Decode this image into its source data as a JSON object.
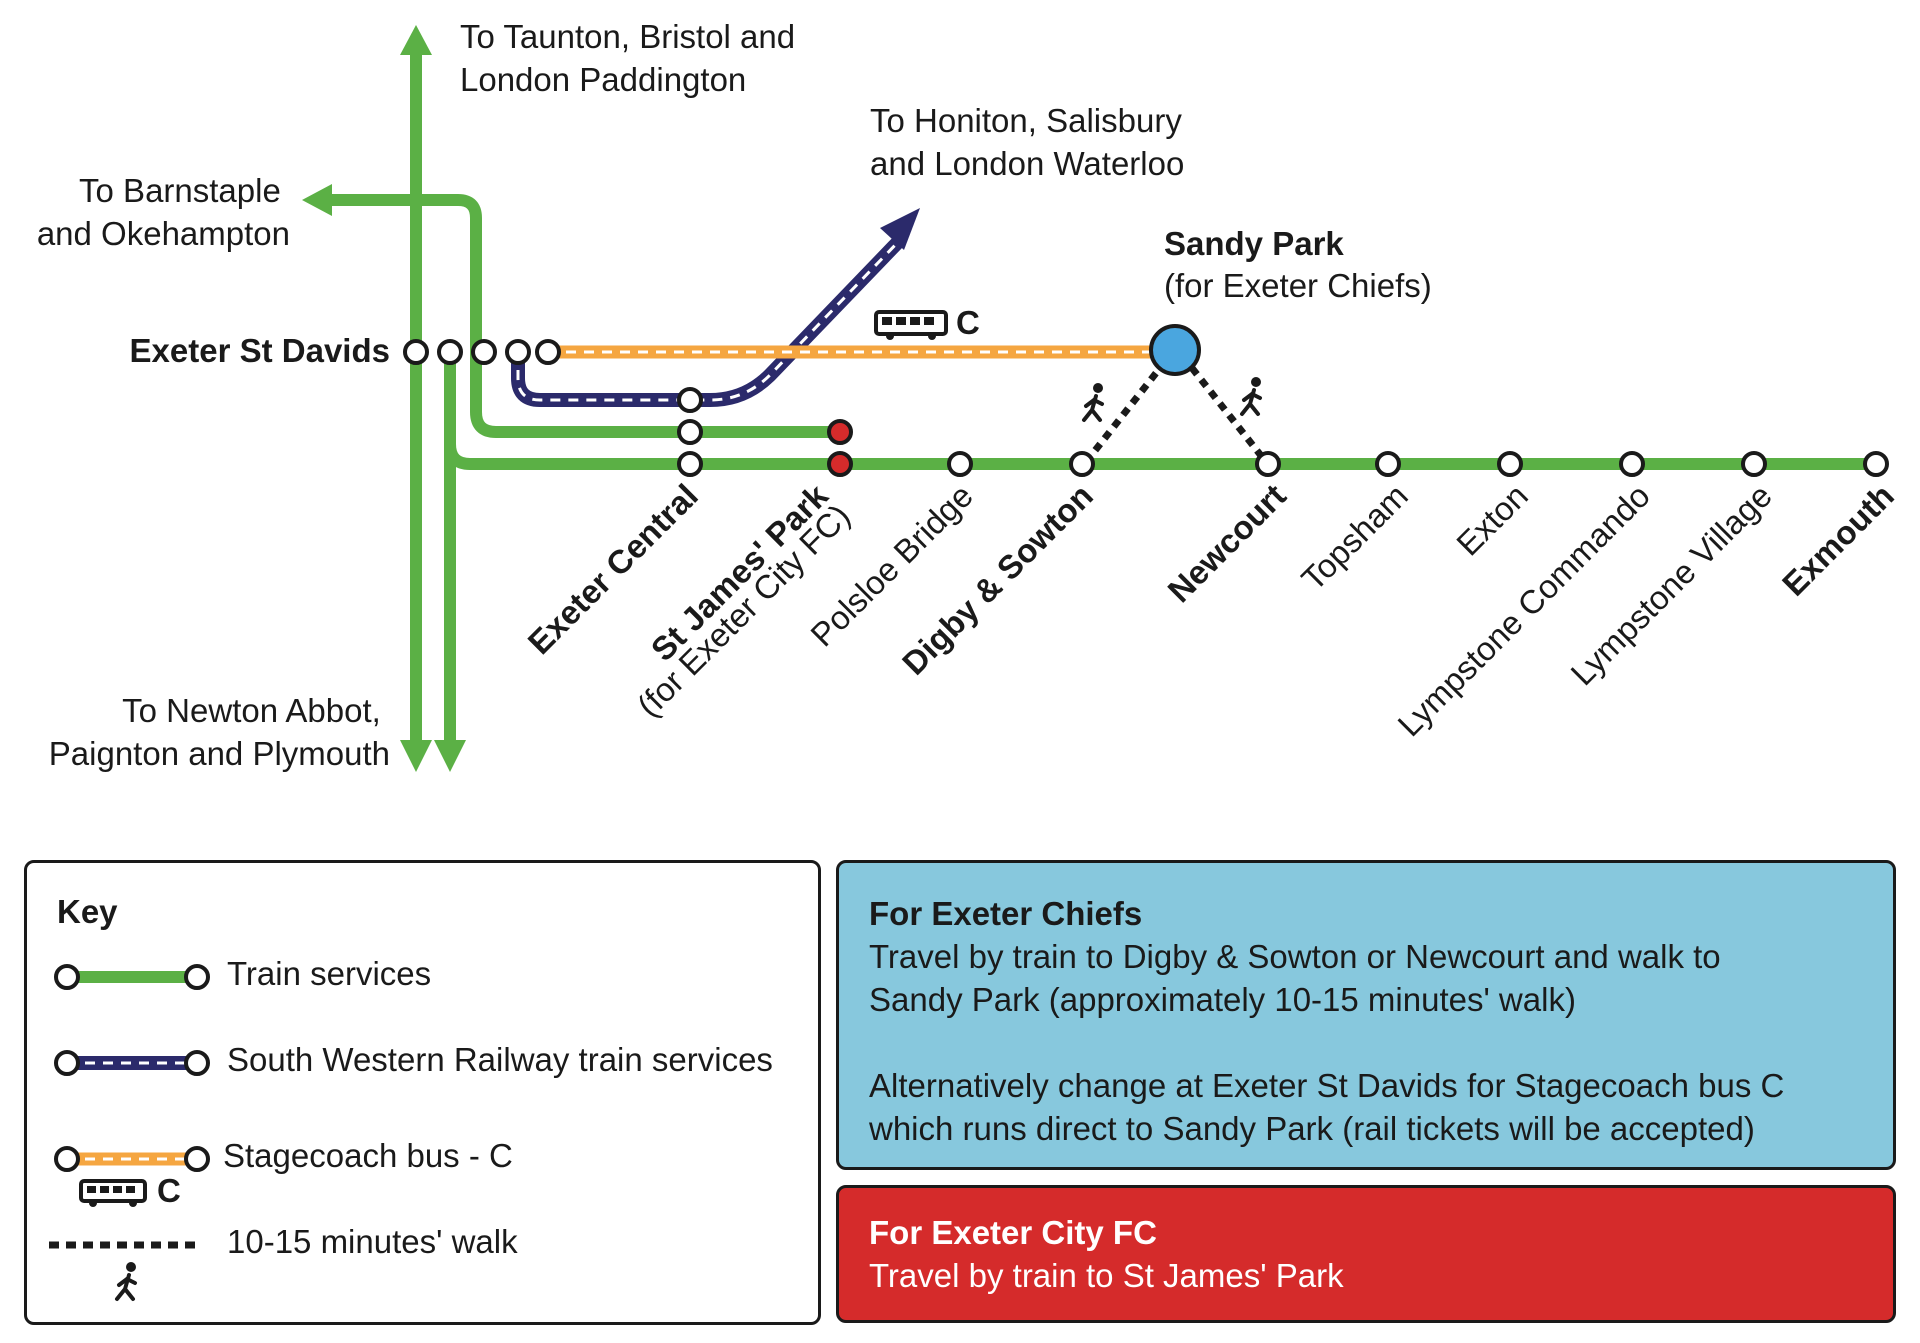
{
  "destinations": {
    "north": [
      "To Taunton, Bristol and",
      "London Paddington"
    ],
    "east": [
      "To Honiton, Salisbury",
      "and London Waterloo"
    ],
    "west": [
      "To Barnstaple",
      "and Okehampton"
    ],
    "south": [
      "To Newton Abbot,",
      "Paignton and Plymouth"
    ]
  },
  "hub": {
    "name": "Exeter St Davids"
  },
  "sandy_park": {
    "name": "Sandy Park",
    "note": "(for Exeter Chiefs)"
  },
  "bus": {
    "route_letter": "C"
  },
  "stations": [
    {
      "name": "Exeter Central",
      "bold": true
    },
    {
      "name": "St James' Park",
      "note": "(for Exeter City FC)",
      "bold": true
    },
    {
      "name": "Polsloe Bridge",
      "bold": false
    },
    {
      "name": "Digby & Sowton",
      "bold": true
    },
    {
      "name": "Newcourt",
      "bold": true
    },
    {
      "name": "Topsham",
      "bold": false
    },
    {
      "name": "Exton",
      "bold": false
    },
    {
      "name": "Lympstone Commando",
      "bold": false
    },
    {
      "name": "Lympstone Village",
      "bold": false
    },
    {
      "name": "Exmouth",
      "bold": true
    }
  ],
  "key": {
    "title": "Key",
    "items": [
      {
        "label": "Train services",
        "type": "train"
      },
      {
        "label": "South Western Railway train services",
        "type": "swr"
      },
      {
        "label": "Stagecoach bus - C",
        "type": "bus"
      },
      {
        "label": "10-15 minutes' walk",
        "type": "walk"
      }
    ]
  },
  "chiefs_box": {
    "title": "For Exeter Chiefs",
    "para1": [
      "Travel by train to Digby & Sowton or Newcourt and walk to",
      "Sandy Park (approximately 10-15 minutes' walk)"
    ],
    "para2": [
      "Alternatively change at Exeter St Davids for Stagecoach bus C",
      "which runs direct to Sandy Park (rail tickets will be accepted)"
    ]
  },
  "city_box": {
    "title": "For Exeter City FC",
    "text": "Travel by train to St James' Park"
  },
  "colors": {
    "train": "#5bb045",
    "swr": "#2b2a6b",
    "bus": "#f5a641",
    "sandy_park": "#4aa6df",
    "st_james": "#d52b2b",
    "chiefs_box": "#87c8dd",
    "city_box": "#d52b2b"
  },
  "icons": {
    "walk": "walking-person-icon",
    "bus": "bus-icon"
  }
}
